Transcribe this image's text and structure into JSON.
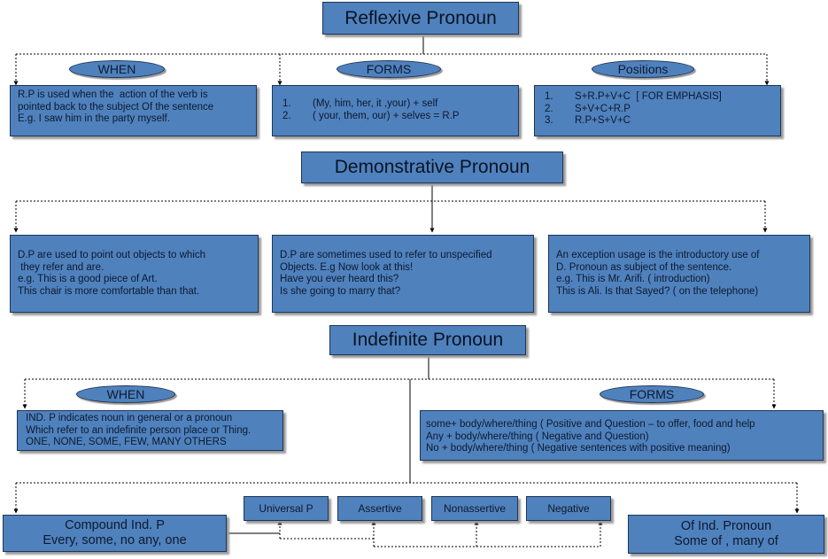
{
  "reflexive": {
    "title": "Reflexive Pronoun",
    "when": {
      "label": "WHEN",
      "lines": [
        "R.P is used when the  action of the verb is",
        "pointed back to the subject Of the sentence",
        "E.g. I saw him in the party myself."
      ]
    },
    "forms": {
      "label": "FORMS",
      "items": [
        {
          "num": "1.",
          "text": "(My, him, her, it ,your) + self"
        },
        {
          "num": "2.",
          "text": "( your, them, our) + selves = R.P"
        }
      ]
    },
    "positions": {
      "label": "Positions",
      "items": [
        {
          "num": "1.",
          "text": "S+R.P+V+C  [ FOR EMPHASIS]"
        },
        {
          "num": "2.",
          "text": "S+V+C+R.P"
        },
        {
          "num": "3.",
          "text": "R.P+S+V+C"
        }
      ]
    }
  },
  "demonstrative": {
    "title": "Demonstrative  Pronoun",
    "left": [
      "D.P are used to point out objects to which",
      " they refer and are.",
      "e.g. This is a good piece of Art.",
      "This chair is more comfortable than that."
    ],
    "middle": [
      "D.P are sometimes used to refer to unspecified",
      "Objects. E.g Now look at this!",
      "Have you ever heard this?",
      "Is she going to marry that?"
    ],
    "right": [
      "An exception usage is the introductory use of",
      "D. Pronoun as subject of the sentence.",
      "e.g. This is Mr. Arifi. ( introduction)",
      "This is Ali. Is that Sayed? ( on the telephone)"
    ]
  },
  "indefinite": {
    "title": "Indefinite  Pronoun",
    "when": {
      "label": "WHEN",
      "lines": [
        "IND. P indicates noun in general or a pronoun",
        "Which refer to an indefinite person place or Thing.",
        "ONE, NONE, SOME, FEW, MANY OTHERS"
      ]
    },
    "forms": {
      "label": "FORMS",
      "lines": [
        "some+ body/where/thing ( Positive and Question – to offer, food and help",
        "Any + body/where/thing ( Negative and Question)",
        "No + body/where/thing ( Negative sentences with positive meaning)"
      ]
    },
    "compound": {
      "line1": "Compound Ind. P",
      "line2": "Every, some, no any, one"
    },
    "types": [
      "Universal P",
      "Assertive",
      "Nonassertive",
      "Negative"
    ],
    "of_ind": {
      "line1": "Of Ind. Pronoun",
      "line2": "Some of , many of"
    }
  },
  "colors": {
    "box_fill": "#4f81bd",
    "box_border": "#1f3556",
    "text": "#0d1a2e",
    "connector": "#000000"
  }
}
